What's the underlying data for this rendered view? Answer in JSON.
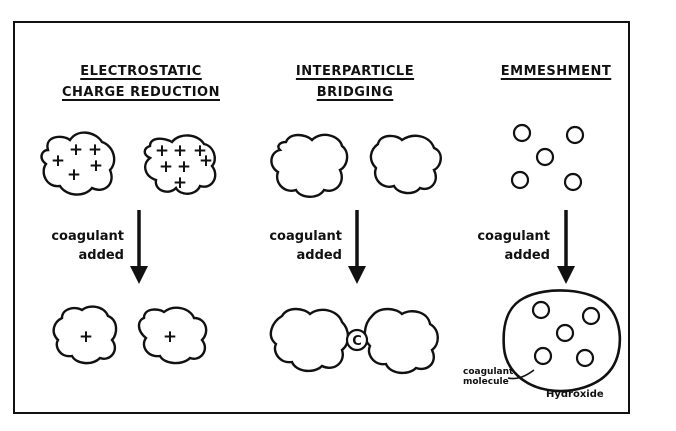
{
  "panels": [
    {
      "title_lines": [
        "ELECTROSTATIC",
        "CHARGE REDUCTION"
      ],
      "caption_lines": [
        "coagulant",
        "added"
      ]
    },
    {
      "title_lines": [
        "INTERPARTICLE",
        "BRIDGING"
      ],
      "caption_lines": [
        "coagulant",
        "added"
      ]
    },
    {
      "title_lines": [
        "EMMESHMENT"
      ],
      "caption_lines": [
        "coagulant",
        "added"
      ]
    }
  ],
  "symbols": {
    "plus": "+",
    "bridge": "C"
  },
  "annotations": {
    "molecule_lines": [
      "coagulant",
      "molecule"
    ],
    "hydroxide": "Hydroxide"
  },
  "colors": {
    "ink": "#111111",
    "background": "#ffffff"
  }
}
